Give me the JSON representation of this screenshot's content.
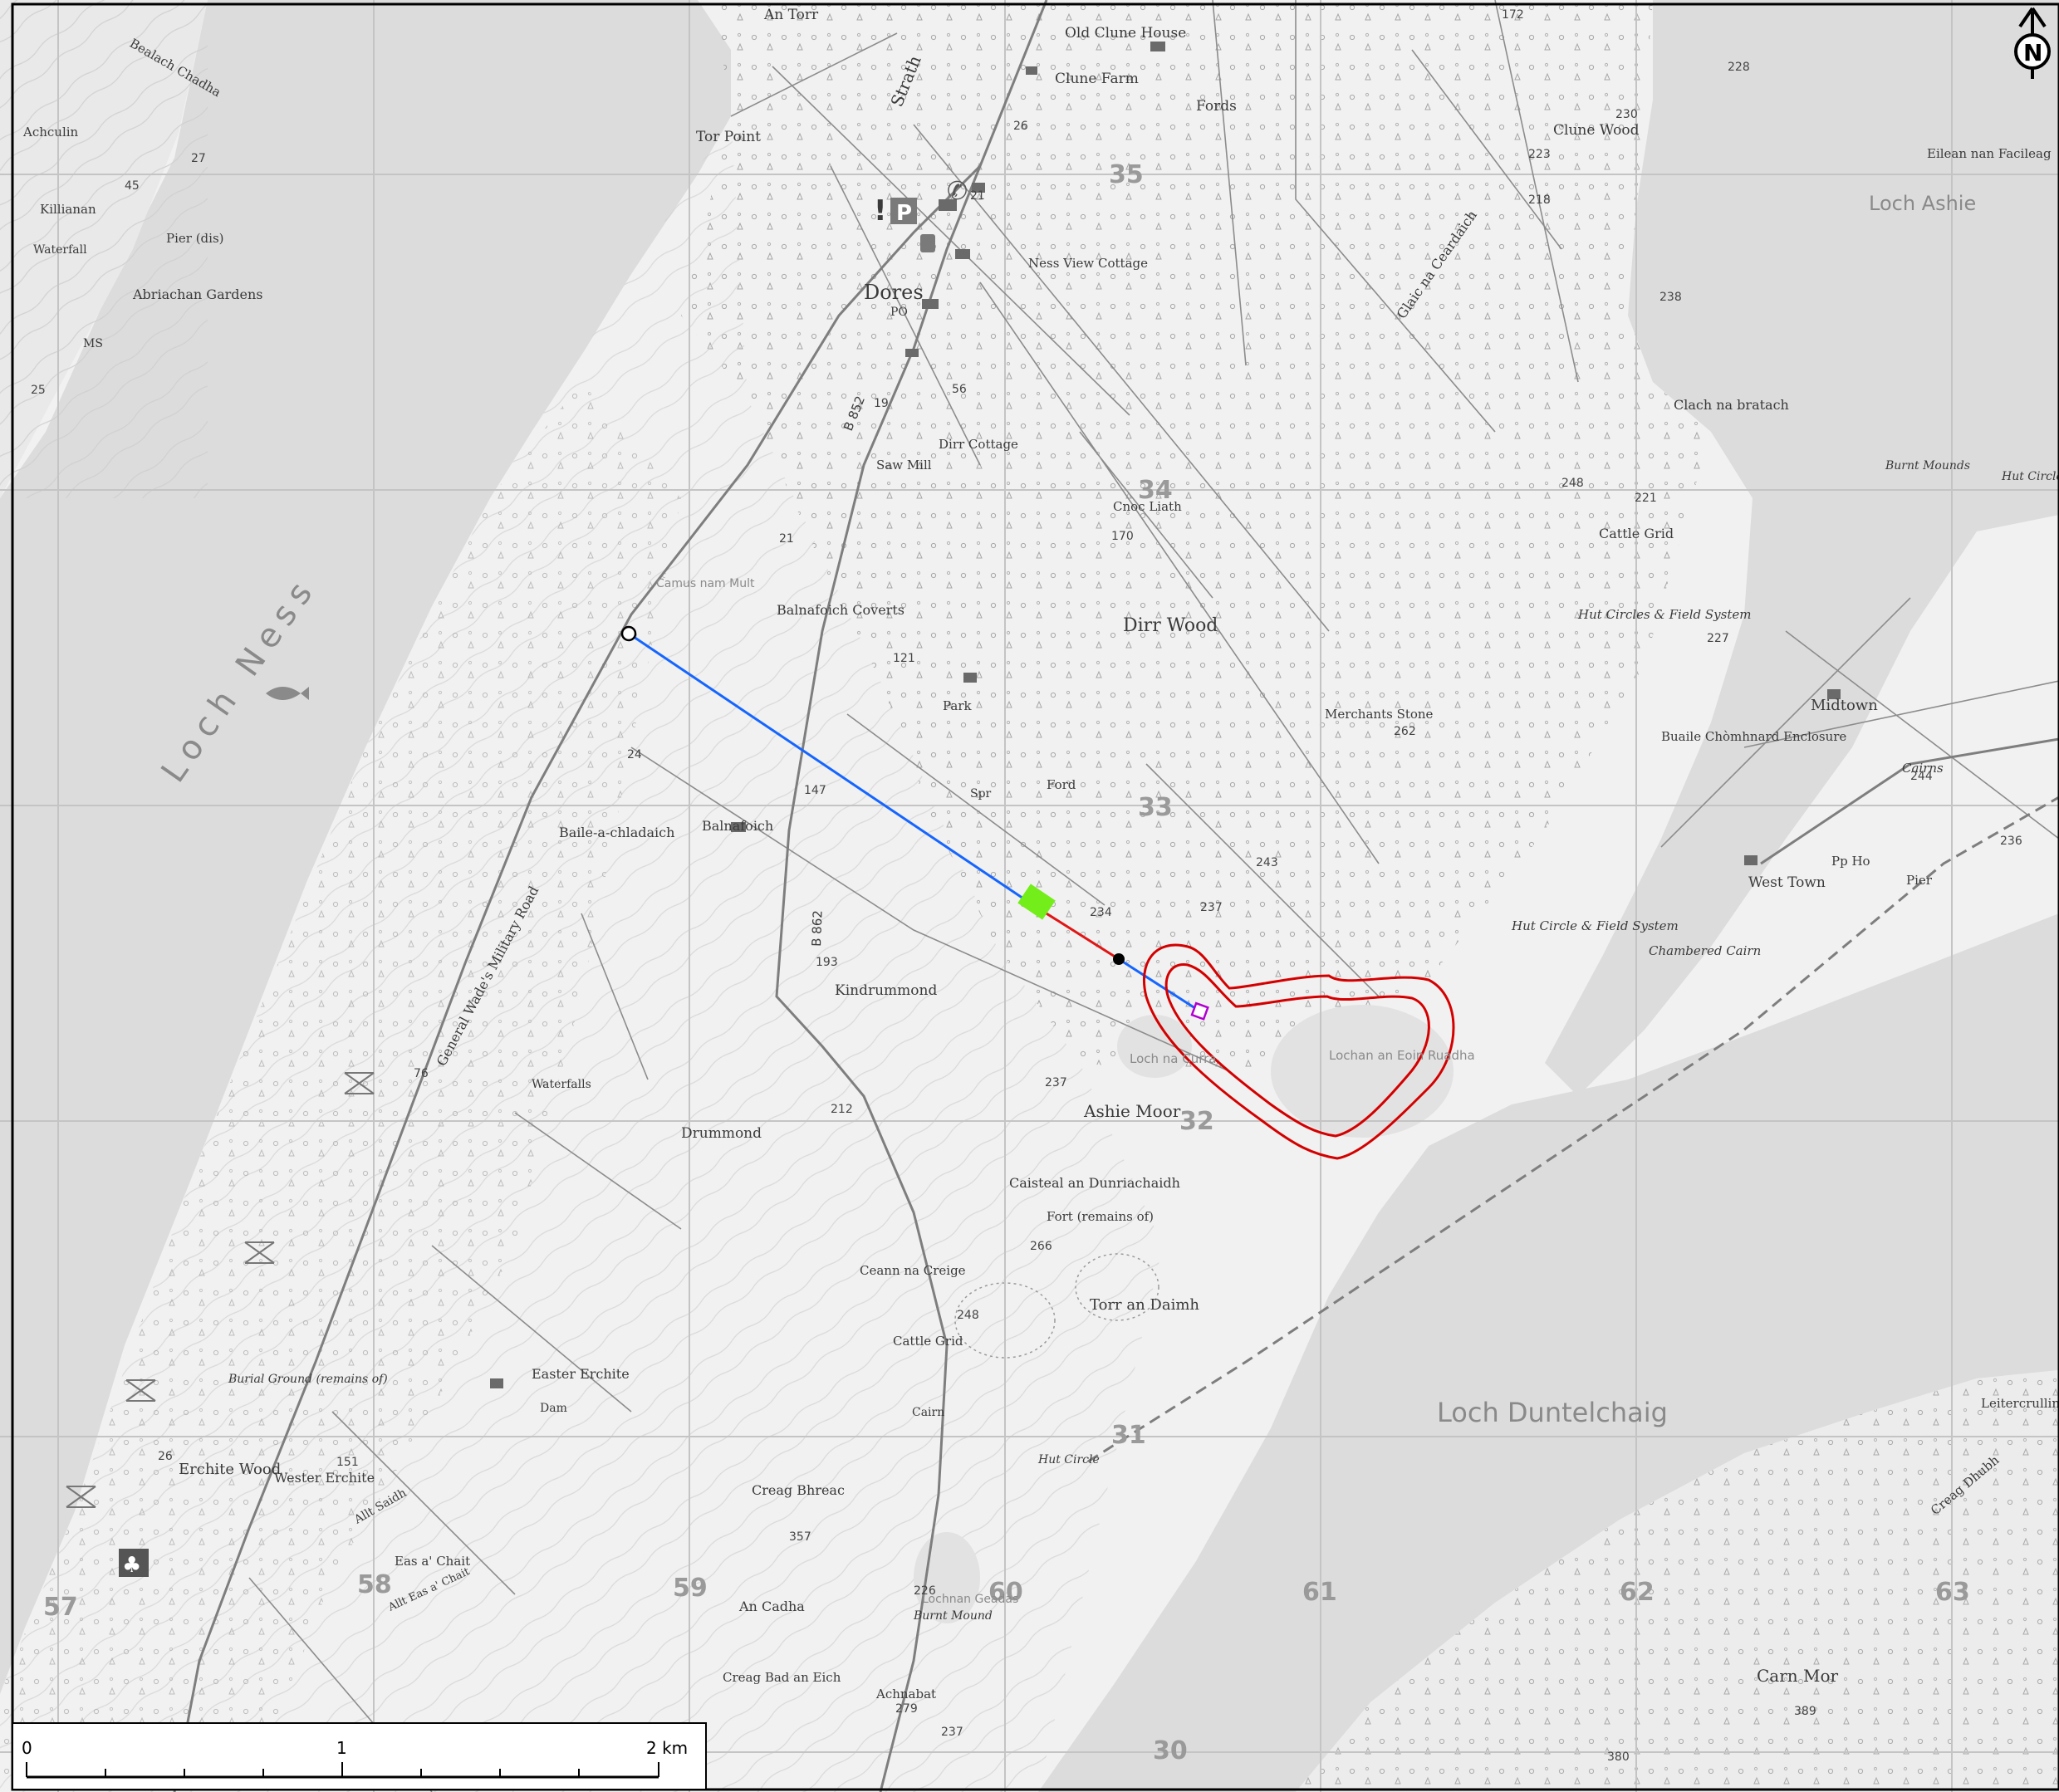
{
  "colors": {
    "water": "#dcdcdc",
    "land": "#f1f1f1",
    "grid": "#c4c4c4",
    "road": "#8a8a8a",
    "route_blue": "#1565ff",
    "route_red": "#e01515",
    "site": "#74ee1a",
    "boundary": "#d40000",
    "marker_purple": "#b000d0"
  },
  "north_arrow": {
    "letter": "N",
    "icon": "north-arrow-icon"
  },
  "grid_labels": [
    "57",
    "58",
    "59",
    "60",
    "61",
    "62",
    "63",
    "30",
    "31",
    "32",
    "33",
    "34",
    "35"
  ],
  "water_labels": [
    "Loch Ness",
    "Loch Ashie",
    "Loch Duntelchaig",
    "Lochan an Eoin Ruadha",
    "Loch na Curra",
    "Lochnan Geadas"
  ],
  "place_labels": [
    "An Torr",
    "Old Clune House",
    "Clune Farm",
    "Fords",
    "Tor Point",
    "Clune Wood",
    "Ness View Cottage",
    "Dores",
    "PO",
    "Glaic na Ceardaich",
    "Eilean nan Facileag",
    "Bealach Chadha",
    "Achculin",
    "Killianan",
    "Pier (dis)",
    "Abriachan Gardens",
    "MS",
    "Waterfall",
    "Clach na bratach",
    "Dirr Cottage",
    "Saw Mill",
    "Cnoc Liath",
    "Burnt Mounds",
    "Hut Circles",
    "Camus nam Mult",
    "Balnafoich Coverts",
    "Cattle Grid",
    "Dirr Wood",
    "Hut Circles & Field System",
    "Park",
    "Merchants Stone",
    "Midtown",
    "Buaile Chòmhnard Enclosure",
    "Cairns",
    "Ford",
    "Spr",
    "Baile-a-chladaich",
    "Balnafoich",
    "Pp Ho",
    "West Town",
    "Pier",
    "Chambered Cairn",
    "Kindrummond",
    "Hut Circle & Field System",
    "General Wade's Military Road",
    "Waterfalls",
    "Drummond",
    "Ashie Moor",
    "Caisteal an Dunriachaidh",
    "Fort (remains of)",
    "Ceann na Creige",
    "Torr an Daimh",
    "Easter Erchite",
    "Dam",
    "Burial Ground (remains of)",
    "Cattle Grid",
    "Cairn",
    "Hut Circle",
    "Erchite Wood",
    "Wester Erchite",
    "Allt Saidh",
    "Creag Bhreac",
    "Eas a' Chait",
    "Allt Eas a' Chait",
    "An Cadha",
    "Burnt Mound",
    "Creag Bad an Eich",
    "Achnabat",
    "Leitercrullin",
    "Creag Dhubh",
    "Carn Mor",
    "Strath"
  ],
  "road_labels": [
    "B 852",
    "B 862"
  ],
  "spot_heights": [
    "172",
    "228",
    "230",
    "223",
    "218",
    "238",
    "26",
    "21",
    "56",
    "19",
    "21",
    "24",
    "147",
    "121",
    "248",
    "221",
    "227",
    "262",
    "243",
    "234",
    "237",
    "244",
    "236",
    "193",
    "237",
    "212",
    "266",
    "248",
    "226",
    "357",
    "279",
    "237",
    "389",
    "380",
    "76",
    "26",
    "151",
    "45",
    "27",
    "25",
    "170"
  ],
  "scale_bar": {
    "start": "0",
    "mid": "1",
    "end": "2 km"
  }
}
